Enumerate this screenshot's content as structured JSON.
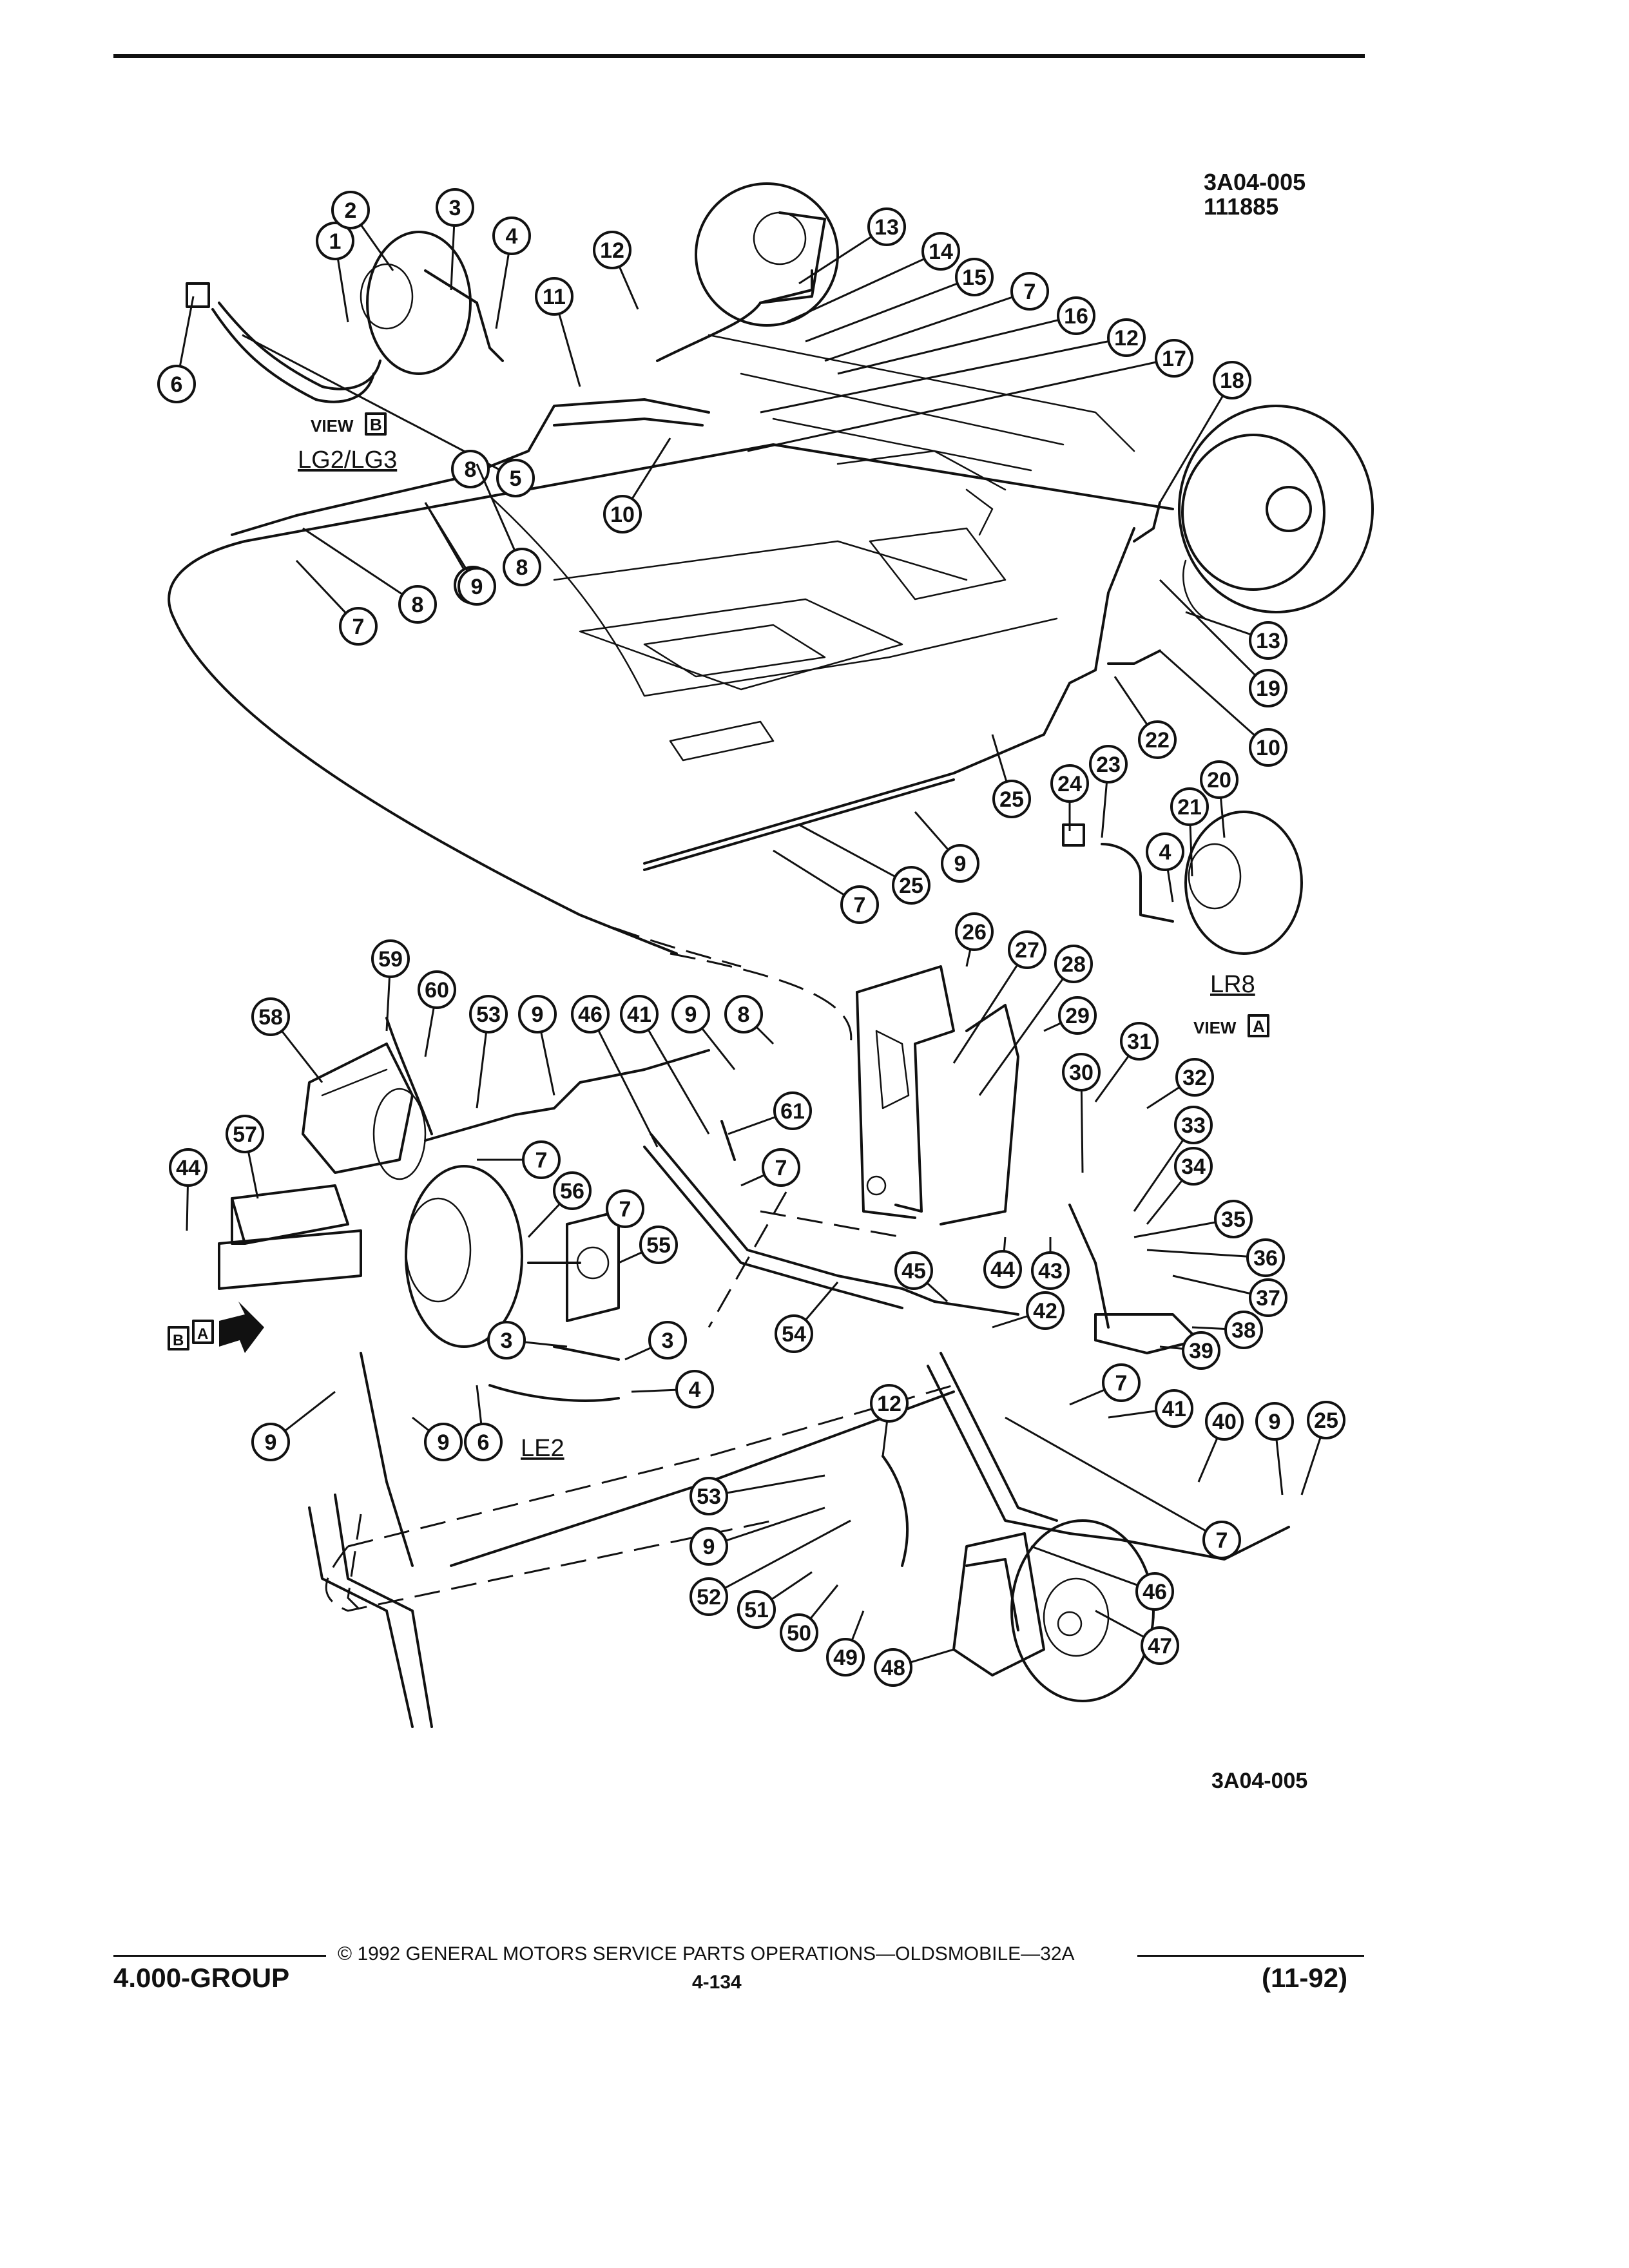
{
  "header": {
    "figure_code": "3A04-005",
    "figure_number": "111885"
  },
  "labels": {
    "view_b": "VIEW",
    "view_b_box": "B",
    "lg2_lg3": "LG2/LG3",
    "lr8": "LR8",
    "view_a": "VIEW",
    "view_a_box": "A",
    "le2": "LE2",
    "arrow_b": "B",
    "arrow_a": "A"
  },
  "footer": {
    "figure_code": "3A04-005",
    "copyright": "© 1992 GENERAL MOTORS SERVICE PARTS OPERATIONS—OLDSMOBILE—32A",
    "group": "4.000-GROUP",
    "page": "4-134",
    "date": "(11-92)"
  },
  "callouts": [
    {
      "n": "1"
    },
    {
      "n": "2"
    },
    {
      "n": "3"
    },
    {
      "n": "4"
    },
    {
      "n": "5"
    },
    {
      "n": "6"
    },
    {
      "n": "12"
    },
    {
      "n": "13"
    },
    {
      "n": "14"
    },
    {
      "n": "15"
    },
    {
      "n": "7"
    },
    {
      "n": "16"
    },
    {
      "n": "12"
    },
    {
      "n": "17"
    },
    {
      "n": "11"
    },
    {
      "n": "18"
    },
    {
      "n": "8"
    },
    {
      "n": "10"
    },
    {
      "n": "9"
    },
    {
      "n": "8"
    },
    {
      "n": "7"
    },
    {
      "n": "8"
    },
    {
      "n": "9"
    },
    {
      "n": "13"
    },
    {
      "n": "19"
    },
    {
      "n": "10"
    },
    {
      "n": "22"
    },
    {
      "n": "25"
    },
    {
      "n": "24"
    },
    {
      "n": "23"
    },
    {
      "n": "20"
    },
    {
      "n": "21"
    },
    {
      "n": "4"
    },
    {
      "n": "9"
    },
    {
      "n": "7"
    },
    {
      "n": "25"
    },
    {
      "n": "26"
    },
    {
      "n": "27"
    },
    {
      "n": "28"
    },
    {
      "n": "59"
    },
    {
      "n": "60"
    },
    {
      "n": "58"
    },
    {
      "n": "53"
    },
    {
      "n": "9"
    },
    {
      "n": "46"
    },
    {
      "n": "41"
    },
    {
      "n": "9"
    },
    {
      "n": "8"
    },
    {
      "n": "29"
    },
    {
      "n": "31"
    },
    {
      "n": "30"
    },
    {
      "n": "32"
    },
    {
      "n": "61"
    },
    {
      "n": "7"
    },
    {
      "n": "7"
    },
    {
      "n": "7"
    },
    {
      "n": "33"
    },
    {
      "n": "34"
    },
    {
      "n": "57"
    },
    {
      "n": "44"
    },
    {
      "n": "56"
    },
    {
      "n": "55"
    },
    {
      "n": "35"
    },
    {
      "n": "44"
    },
    {
      "n": "43"
    },
    {
      "n": "36"
    },
    {
      "n": "45"
    },
    {
      "n": "37"
    },
    {
      "n": "54"
    },
    {
      "n": "42"
    },
    {
      "n": "38"
    },
    {
      "n": "3"
    },
    {
      "n": "3"
    },
    {
      "n": "39"
    },
    {
      "n": "4"
    },
    {
      "n": "7"
    },
    {
      "n": "12"
    },
    {
      "n": "41"
    },
    {
      "n": "40"
    },
    {
      "n": "9"
    },
    {
      "n": "25"
    },
    {
      "n": "6"
    },
    {
      "n": "9"
    },
    {
      "n": "9"
    },
    {
      "n": "53"
    },
    {
      "n": "9"
    },
    {
      "n": "7"
    },
    {
      "n": "52"
    },
    {
      "n": "46"
    },
    {
      "n": "51"
    },
    {
      "n": "47"
    },
    {
      "n": "50"
    },
    {
      "n": "49"
    },
    {
      "n": "48"
    }
  ]
}
